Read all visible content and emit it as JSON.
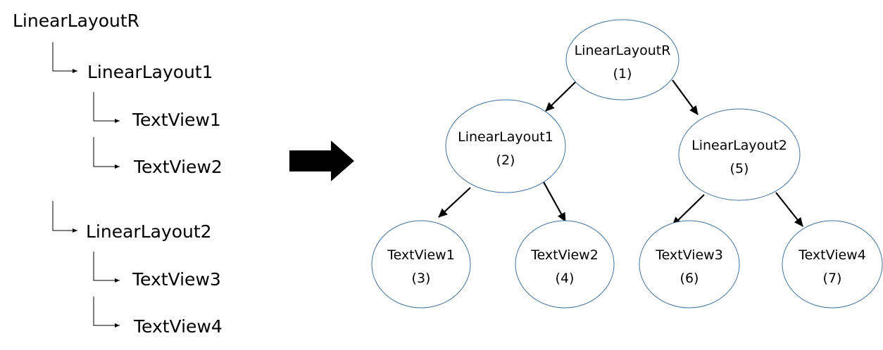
{
  "colors": {
    "ellipse_stroke": "#41719c",
    "text": "#000000",
    "arrow": "#000000"
  },
  "hierarchy_list": {
    "items": [
      {
        "label": "LinearLayoutR"
      },
      {
        "label": "LinearLayout1"
      },
      {
        "label": "TextView1"
      },
      {
        "label": "TextView2"
      },
      {
        "label": "LinearLayout2"
      },
      {
        "label": "TextView3"
      },
      {
        "label": "TextView4"
      }
    ]
  },
  "tree": {
    "nodes": [
      {
        "id": "root",
        "name": "LinearLayoutR",
        "order": "(1)"
      },
      {
        "id": "ll1",
        "name": "LinearLayout1",
        "order": "(2)"
      },
      {
        "id": "ll2",
        "name": "LinearLayout2",
        "order": "(5)"
      },
      {
        "id": "tv1",
        "name": "TextView1",
        "order": "(3)"
      },
      {
        "id": "tv2",
        "name": "TextView2",
        "order": "(4)"
      },
      {
        "id": "tv3",
        "name": "TextView3",
        "order": "(6)"
      },
      {
        "id": "tv4",
        "name": "TextView4",
        "order": "(7)"
      }
    ],
    "edges": [
      {
        "from": "root",
        "to": "ll1"
      },
      {
        "from": "root",
        "to": "ll2"
      },
      {
        "from": "ll1",
        "to": "tv1"
      },
      {
        "from": "ll1",
        "to": "tv2"
      },
      {
        "from": "ll2",
        "to": "tv3"
      },
      {
        "from": "ll2",
        "to": "tv4"
      }
    ]
  }
}
